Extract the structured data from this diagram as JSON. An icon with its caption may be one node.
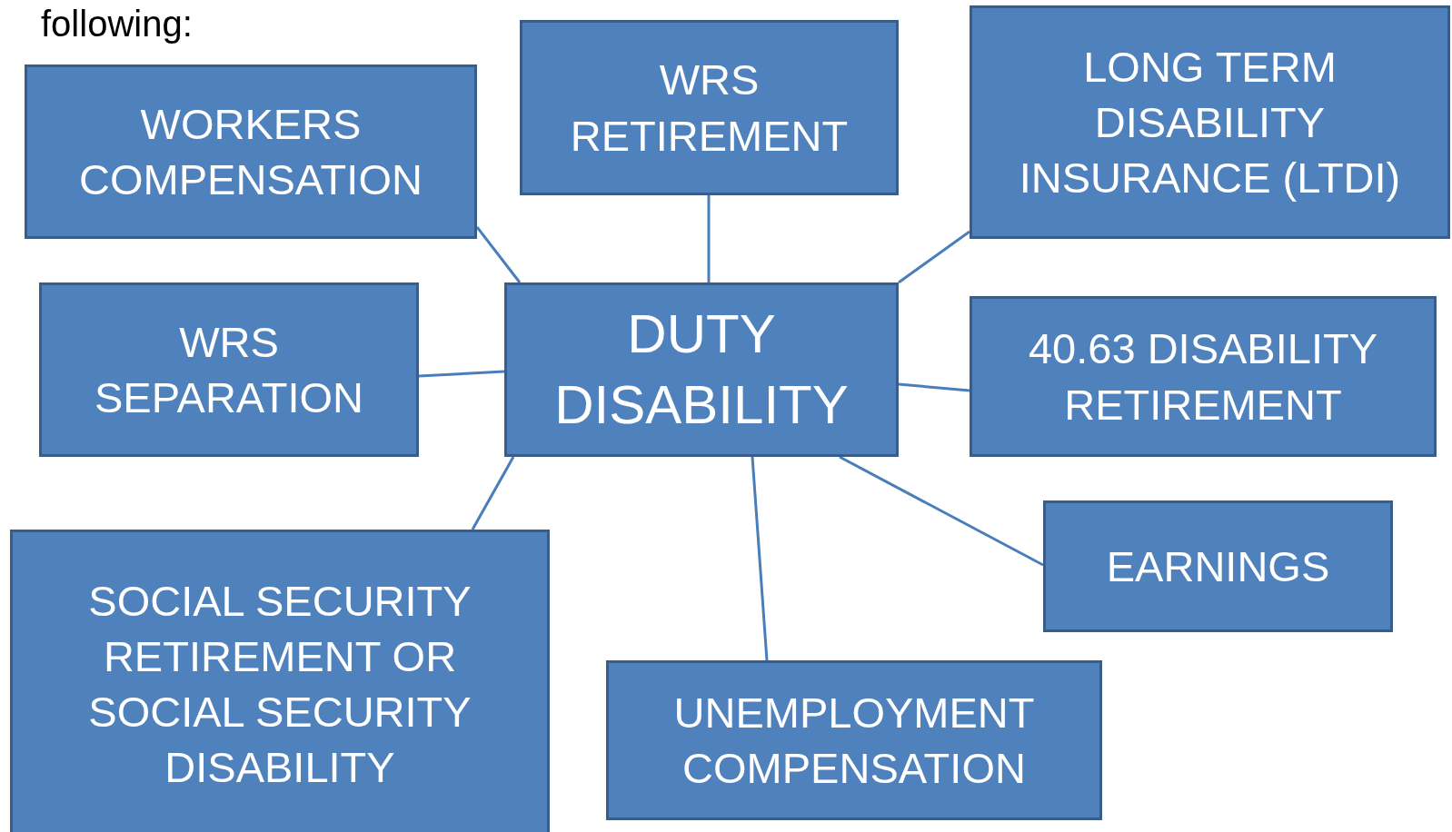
{
  "diagram": {
    "nodes": [
      {
        "text": [
          "WORKERS COMPENSATION"
        ]
      },
      {
        "text": [
          "WRS RETIREMENT"
        ]
      },
      {
        "text": [
          "LONG TERM DISABILITY INSURANCE (LTDI)"
        ]
      },
      {
        "text": [
          "WRS SEPARATION"
        ]
      },
      {
        "text": [
          "DUTY DISABILITY"
        ]
      },
      {
        "text": [
          "40.63 DISABILITY RETIREMENT"
        ]
      },
      {
        "text": [
          "EARNINGS"
        ]
      },
      {
        "text": [
          "SOCIAL SECURITY RETIREMENT OR SOCIAL SECURITY DISABILITY"
        ]
      },
      {
        "text": [
          "UNEMPLOYMENT COMPENSATION"
        ]
      }
    ],
    "edges": [
      {
        "from": 4,
        "to": 0,
        "arrow": "none"
      },
      {
        "from": 4,
        "to": 1,
        "arrow": "none"
      },
      {
        "from": 4,
        "to": 2,
        "arrow": "none"
      },
      {
        "from": 4,
        "to": 3,
        "arrow": "none"
      },
      {
        "from": 4,
        "to": 5,
        "arrow": "none"
      },
      {
        "from": 4,
        "to": 6,
        "arrow": "none"
      },
      {
        "from": 4,
        "to": 7,
        "arrow": "none"
      },
      {
        "from": 4,
        "to": 8,
        "arrow": "none"
      }
    ],
    "labels": [
      "following:"
    ]
  }
}
